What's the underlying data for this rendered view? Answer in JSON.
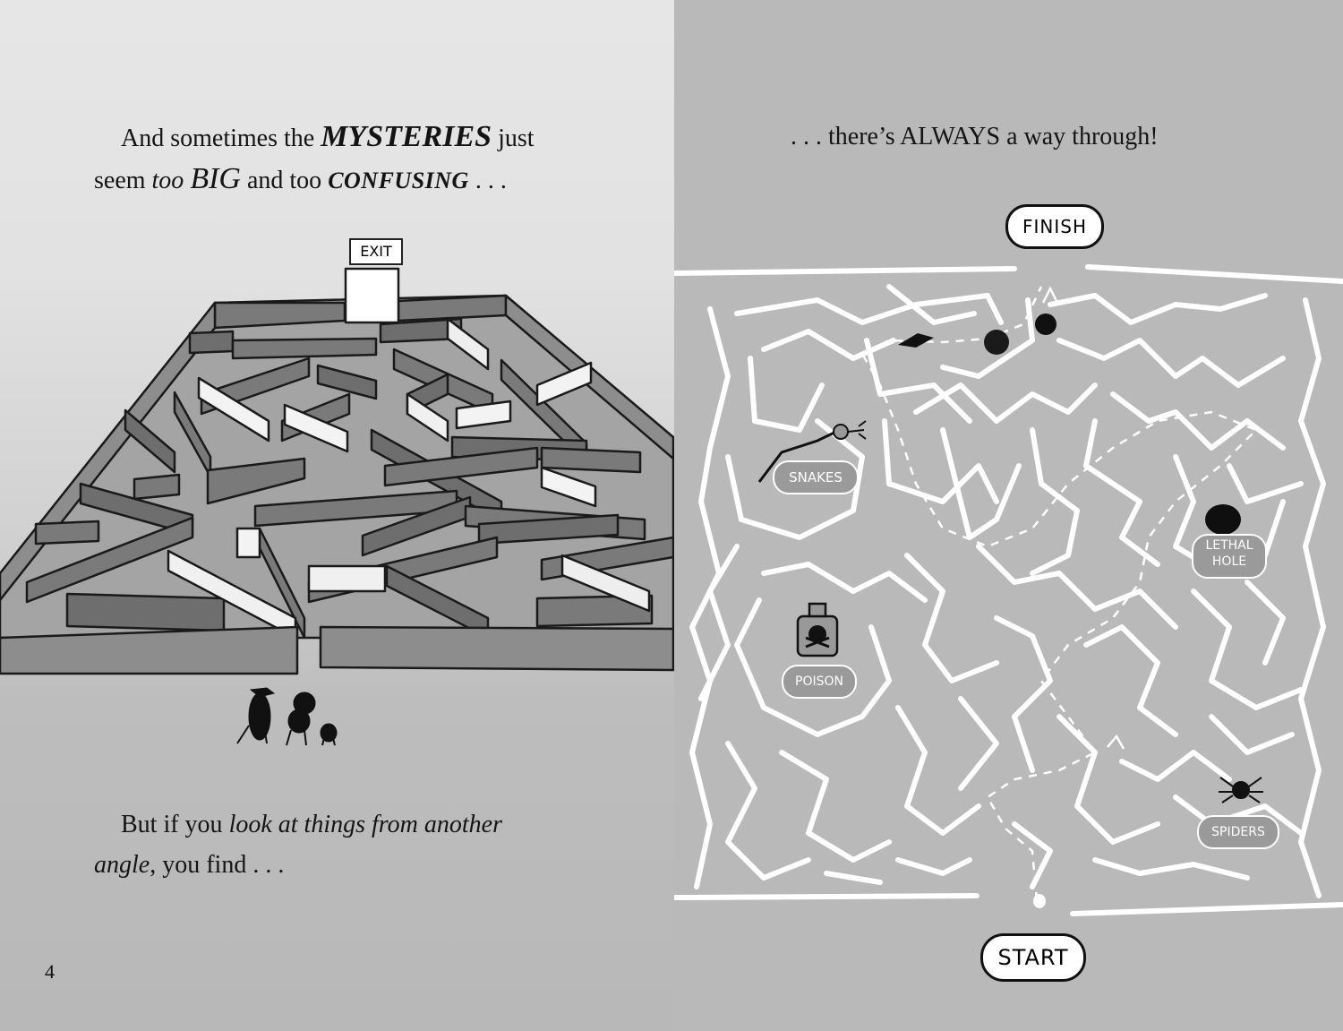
{
  "left_page": {
    "paragraph_1": {
      "line1": [
        "And sometimes the ",
        "MYSTERIES",
        " just"
      ],
      "line2": [
        "seem ",
        "too",
        " ",
        "BIG",
        " and too ",
        "CONFUSING",
        " . . ."
      ]
    },
    "maze_sign": "EXIT",
    "paragraph_2": {
      "line1": [
        "But if you ",
        "look at things from another"
      ],
      "line2": [
        "angle",
        ", you find . . ."
      ]
    },
    "page_number": "4"
  },
  "right_page": {
    "paragraph_1": ". . . there’s ALWAYS a way through!",
    "labels": {
      "finish": "FINISH",
      "start": "START",
      "snakes": "SNAKES",
      "lethal_hole_line1": "LETHAL",
      "lethal_hole_line2": "HOLE",
      "poison": "POISON",
      "spiders": "SPIDERS"
    }
  },
  "colors": {
    "left_background_top": "#e6e6e6",
    "right_background": "#b9b9b9",
    "maze_wall": "#7a7a7a",
    "maze_path_lines": "#ffffff",
    "text": "#141414"
  },
  "icons": [
    "maze-illustration",
    "character-silhouettes",
    "snake-icon",
    "lethal-hole-icon",
    "poison-bottle-icon",
    "spider-icon",
    "fish-icon",
    "rock-icon"
  ]
}
